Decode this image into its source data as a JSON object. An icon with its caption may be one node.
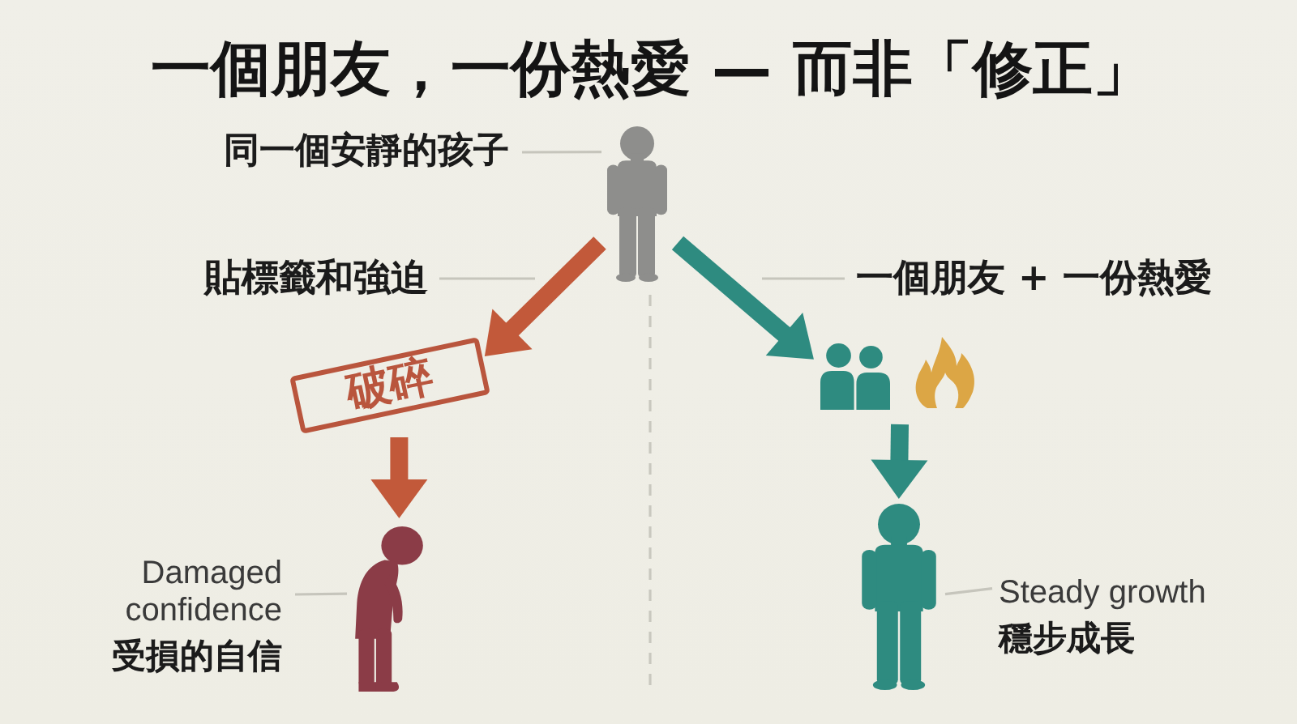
{
  "diagram": {
    "title": "一個朋友，一份熱愛 — 而非「修正」",
    "nodes": [
      {
        "text": [
          "同一個安靜的孩子"
        ]
      },
      {
        "text": [],
        "shape": "person"
      },
      {
        "text": [
          "貼標籤和強迫"
        ]
      },
      {
        "text": [
          "一個朋友 + 一份熱愛"
        ]
      },
      {
        "text": [
          "破碎"
        ]
      },
      {
        "text": [],
        "shape": "person"
      },
      {
        "text": [],
        "shape": "picture"
      },
      {
        "text": [
          "Damaged confidence",
          "受損的自信"
        ]
      },
      {
        "text": [],
        "shape": "person"
      },
      {
        "text": [],
        "shape": "person"
      },
      {
        "text": [
          "Steady growth",
          "穩步成長"
        ]
      }
    ],
    "edges": [
      {
        "from": 0,
        "to": 1,
        "arrow": "none"
      },
      {
        "from": 2,
        "to": null,
        "arrow": "none"
      },
      {
        "from": 3,
        "to": null,
        "arrow": "none"
      },
      {
        "from": 1,
        "to": 4,
        "arrow": "to",
        "style": "thick",
        "color": "#c2593a"
      },
      {
        "from": 1,
        "to": 5,
        "arrow": "to",
        "style": "thick",
        "color": "#2e8b80"
      },
      {
        "from": 4,
        "to": 8,
        "arrow": "to",
        "style": "thick",
        "color": "#c2593a"
      },
      {
        "from": 5,
        "to": 9,
        "arrow": "to",
        "style": "thick",
        "color": "#2e8b80"
      },
      {
        "from": 7,
        "to": 8,
        "arrow": "none"
      },
      {
        "from": 10,
        "to": 9,
        "arrow": "none"
      }
    ]
  }
}
